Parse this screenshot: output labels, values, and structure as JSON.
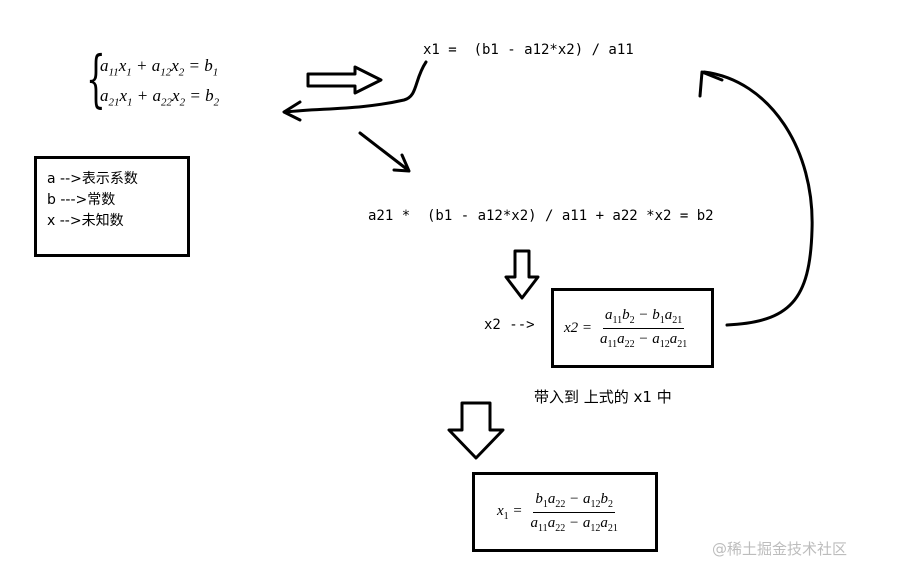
{
  "equation_system": {
    "eq1": {
      "a11": "a",
      "s11": "11",
      "x1": "x",
      "t1": "1",
      "a12": "a",
      "s12": "12",
      "x2": "x",
      "t2": "2",
      "b": "b",
      "sb": "1"
    },
    "eq2": {
      "a21": "a",
      "s21": "21",
      "x1": "x",
      "t1": "1",
      "a22": "a",
      "s22": "22",
      "x2": "x",
      "t2": "2",
      "b": "b",
      "sb": "2"
    }
  },
  "legend": {
    "row_a": "a -->表示系数",
    "row_b": "b --->常数",
    "row_x": "x -->未知数"
  },
  "x1_expression": "x1 =  (b1 - a12*x2) / a11",
  "substituted_equation": "a21 *  (b1 - a12*x2) / a11 + a22 *x2 = b2",
  "x2_label": "x2 -->",
  "x2_formula": {
    "lhs": "x2 =",
    "num_a": "a",
    "num_a_sub": "11",
    "num_b": "b",
    "num_b_sub": "2",
    "minus": "−",
    "num_c": "b",
    "num_c_sub": "1",
    "num_d": "a",
    "num_d_sub": "21",
    "den_a": "a",
    "den_a_sub": "11",
    "den_b": "a",
    "den_b_sub": "22",
    "den_c": "a",
    "den_c_sub": "12",
    "den_d": "a",
    "den_d_sub": "21"
  },
  "substitute_caption": "带入到 上式的 x1 中",
  "x1_formula": {
    "lhs_var": "x",
    "lhs_sub": "1",
    "eq": "=",
    "num_a": "b",
    "num_a_sub": "1",
    "num_b": "a",
    "num_b_sub": "22",
    "minus": "−",
    "num_c": "a",
    "num_c_sub": "12",
    "num_d": "b",
    "num_d_sub": "2",
    "den_a": "a",
    "den_a_sub": "11",
    "den_b": "a",
    "den_b_sub": "22",
    "den_c": "a",
    "den_c_sub": "12",
    "den_d": "a",
    "den_d_sub": "21"
  },
  "watermark": "@稀土掘金技术社区"
}
